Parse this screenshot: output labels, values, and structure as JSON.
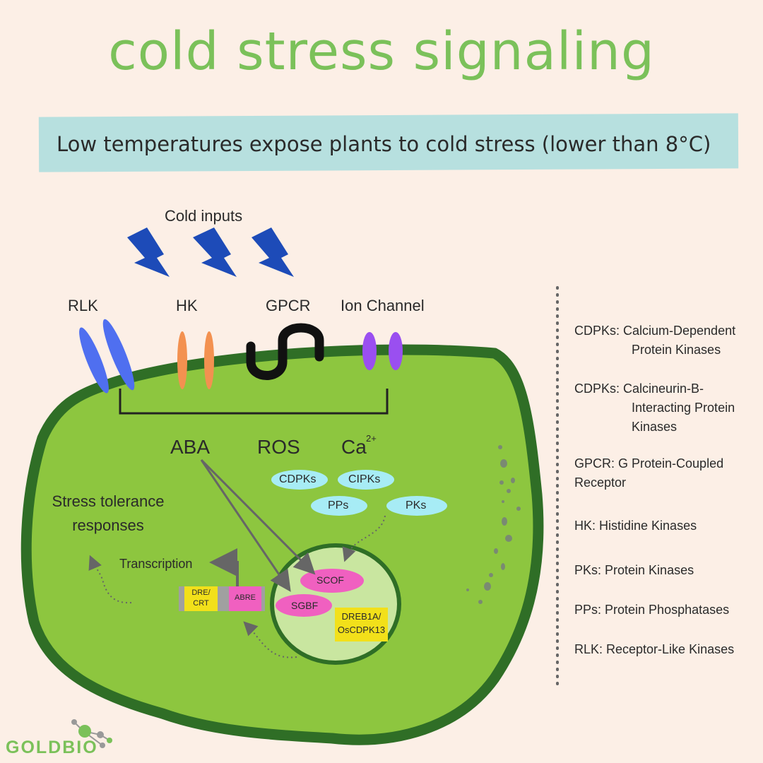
{
  "title": "cold stress signaling",
  "subtitle": "Low temperatures expose plants to cold stress (lower than 8°C)",
  "cold_inputs": "Cold inputs",
  "receptors": {
    "rlk": "RLK",
    "hk": "HK",
    "gpcr": "GPCR",
    "ion_channel": "Ion Channel"
  },
  "messengers": {
    "aba": "ABA",
    "ros": "ROS",
    "ca": "Ca",
    "ca_charge": "2+"
  },
  "kinases": {
    "cdpks": "CDPKs",
    "cipks": "CIPKs",
    "pps": "PPs",
    "pks": "PKs"
  },
  "stress_tolerance": {
    "line1": "Stress tolerance",
    "line2": "responses"
  },
  "transcription": "Transcription",
  "promoter": {
    "dre_line1": "DRE/",
    "dre_line2": "CRT",
    "abre": "ABRE"
  },
  "nucleus": {
    "scof": "SCOF",
    "sgbf": "SGBF",
    "dreb_line1": "DREB1A/",
    "dreb_line2": "OsCDPK13"
  },
  "glossary": [
    {
      "line1": "CDPKs: Calcium-Dependent",
      "line2": "Protein Kinases",
      "line3": ""
    },
    {
      "line1": "CDPKs: Calcineurin-B-",
      "line2": "Interacting Protein",
      "line3": "Kinases"
    },
    {
      "line1": "GPCR: G Protein-Coupled",
      "line2": "Receptor",
      "line3": ""
    },
    {
      "line1": "HK: Histidine Kinases",
      "line2": "",
      "line3": ""
    },
    {
      "line1": "PKs: Protein Kinases",
      "line2": "",
      "line3": ""
    },
    {
      "line1": "PPs: Protein Phosphatases",
      "line2": "",
      "line3": ""
    },
    {
      "line1": "RLK: Receptor-Like Kinases",
      "line2": "",
      "line3": ""
    }
  ],
  "logo": "GOLDBIO",
  "colors": {
    "title_green": "#7bc15a",
    "banner": "#b7e0df",
    "cell_fill": "#8dc63f",
    "cell_border": "#2f6e26",
    "nucleus_fill": "#c9e6a0",
    "rlk": "#4f6ff0",
    "hk": "#f39150",
    "ion_channel": "#9a4ff0",
    "lightning": "#1d4bb8",
    "kinase_oval": "#a7ecf5",
    "pink": "#f060c0",
    "yellow": "#f2e01a"
  }
}
